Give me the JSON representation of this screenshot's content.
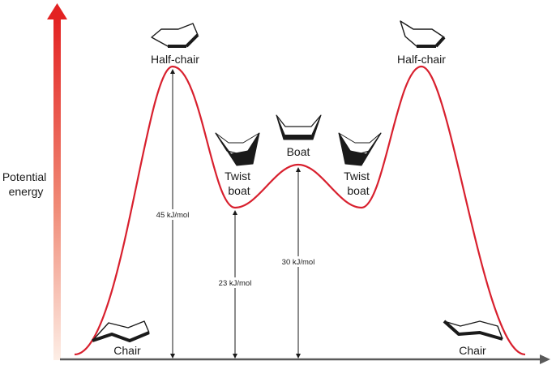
{
  "diagram": {
    "y_axis_label": [
      "Potential",
      "energy"
    ],
    "colors": {
      "curve": "#d8202e",
      "axis_arrow_top": "#e02020",
      "axis_arrow_bottom": "#fbe3d8",
      "x_axis": "#555555",
      "text": "#1a1a1a"
    },
    "states": {
      "chair_left": "Chair",
      "half_chair_left": "Half-chair",
      "twist_boat_left": [
        "Twist",
        "boat"
      ],
      "boat": "Boat",
      "twist_boat_right": [
        "Twist",
        "boat"
      ],
      "half_chair_right": "Half-chair",
      "chair_right": "Chair"
    },
    "energies": {
      "half_chair": "45 kJ/mol",
      "twist_boat": "23 kJ/mol",
      "boat": "30 kJ/mol"
    }
  }
}
